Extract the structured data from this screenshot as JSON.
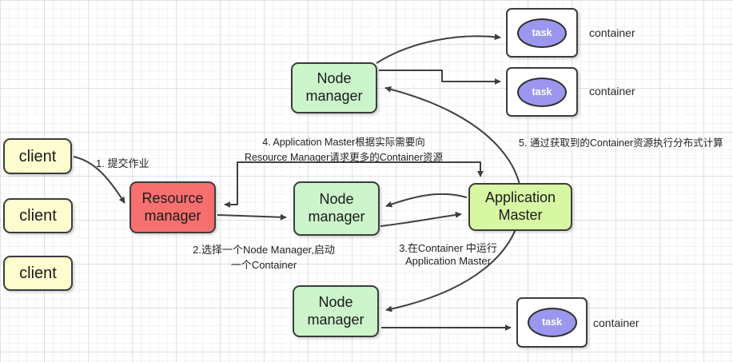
{
  "nodes": {
    "clients": [
      {
        "label": "client"
      },
      {
        "label": "client"
      },
      {
        "label": "client"
      }
    ],
    "resource_manager": {
      "label": "Resource manager"
    },
    "node_managers": [
      {
        "label": "Node manager"
      },
      {
        "label": "Node manager"
      },
      {
        "label": "Node manager"
      }
    ],
    "application_master": {
      "label": "Application Master"
    },
    "containers": [
      {
        "task_label": "task",
        "label": "container"
      },
      {
        "task_label": "task",
        "label": "container"
      },
      {
        "task_label": "task",
        "label": "container"
      }
    ]
  },
  "annotations": {
    "step1": "1. 提交作业",
    "step2_line1": "2.选择一个Node Manager,启动",
    "step2_line2": "一个Container",
    "step3_line1": "3.在Container 中运行",
    "step3_line2": "Application Master",
    "step4_line1": "4. Application Master根据实际需要向",
    "step4_line2": "Resource Manager请求更多的Container资源",
    "step5": "5. 通过获取到的Container资源执行分布式计算"
  },
  "colors": {
    "client_fill": "#fdfdd0",
    "resource_manager_fill": "#f86f6f",
    "node_manager_fill": "#ccf5cb",
    "application_master_fill": "#d8f7a2",
    "task_fill": "#9b97ee",
    "container_fill": "#ffffff",
    "shape_border": "#3c3c3c",
    "arrow": "#3f3f3f"
  }
}
